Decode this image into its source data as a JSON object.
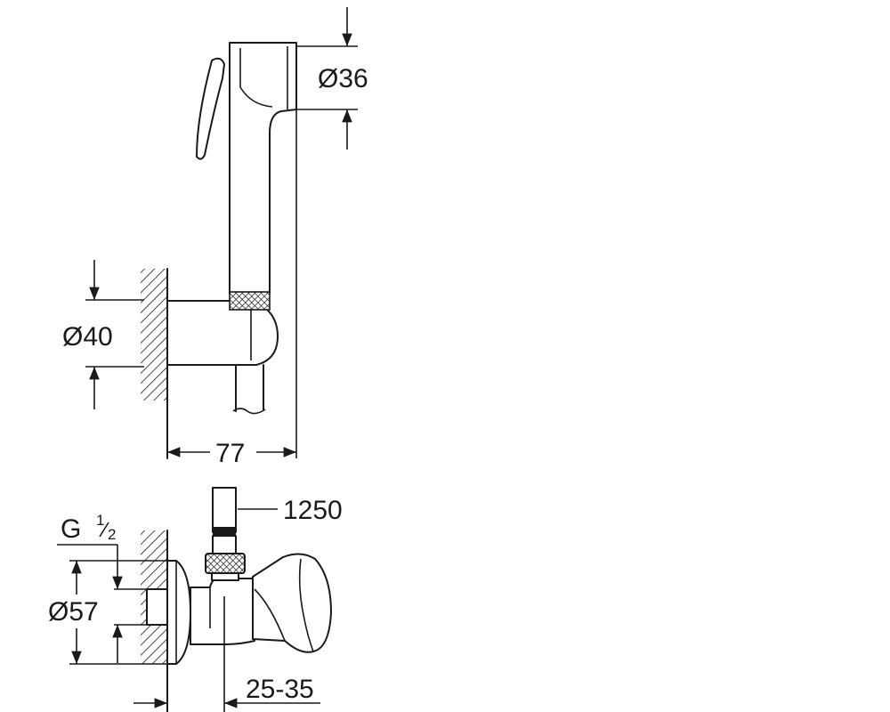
{
  "dimensions": {
    "spray_diameter": "Ø36",
    "holder_diameter": "Ø40",
    "holder_depth": "77",
    "hose_length": "1250",
    "thread_main": "G",
    "thread_num": "1",
    "thread_den": "2",
    "rosette_diameter": "Ø57",
    "valve_offset": "25-35"
  }
}
